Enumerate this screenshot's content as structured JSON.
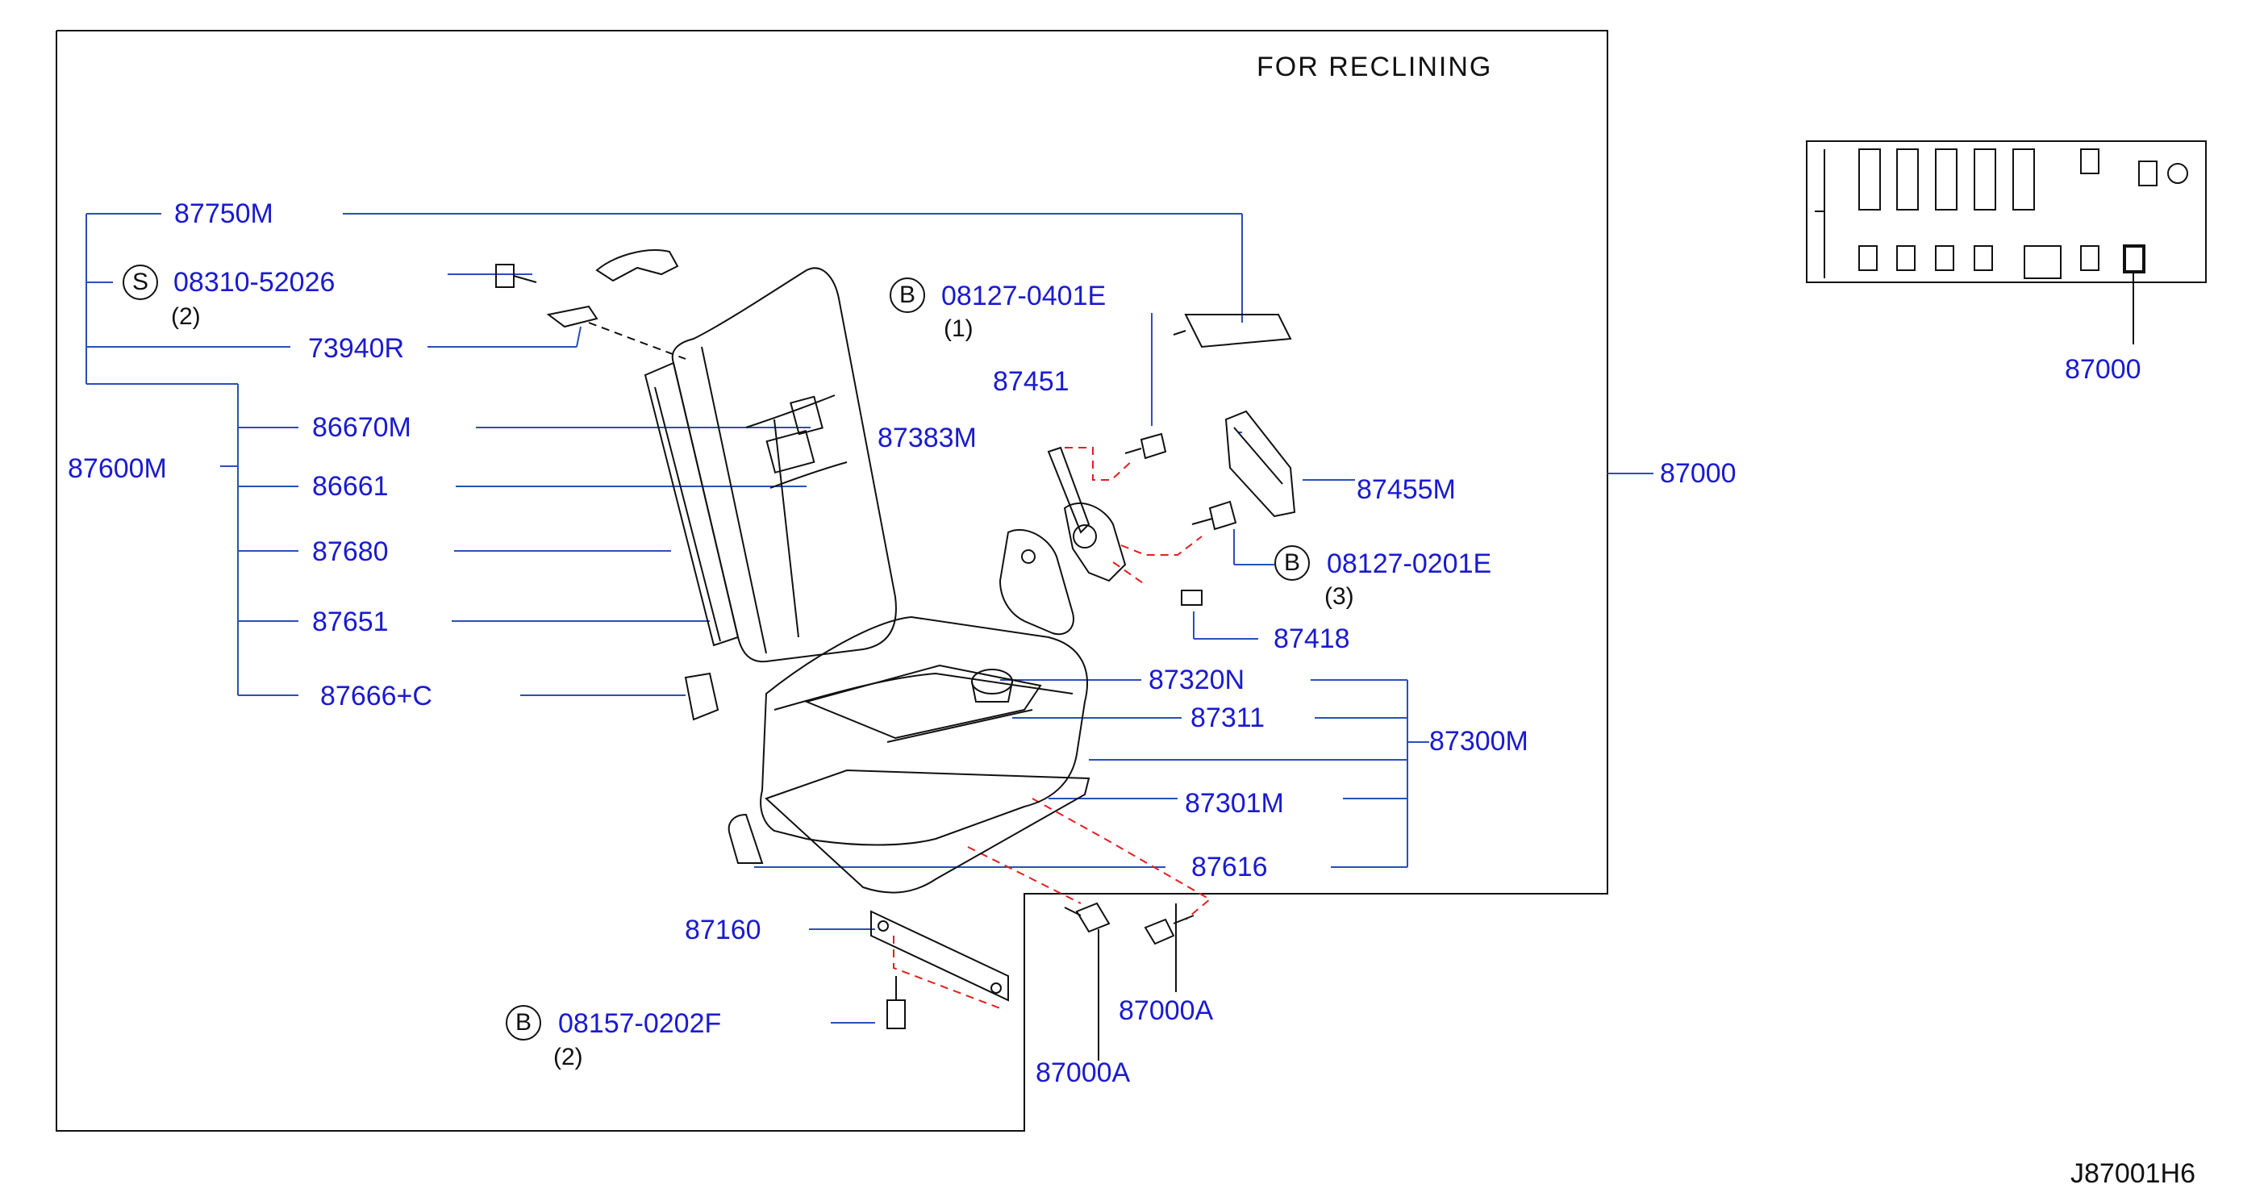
{
  "header": {
    "title": "FOR   RECLINING"
  },
  "drawing_id": "J87001H6",
  "parts": {
    "p87750M": "87750M",
    "p08310": "08310-52026",
    "p08310_qty": "(2)",
    "p73940R": "73940R",
    "p86670M": "86670M",
    "p87600M": "87600M",
    "p86661": "86661",
    "p87680": "87680",
    "p87651": "87651",
    "p87666C": "87666+C",
    "p08127_0401E": "08127-0401E",
    "p08127_0401E_qty": "(1)",
    "p87451": "87451",
    "p87383M": "87383M",
    "p87455M": "87455M",
    "p87000_main": "87000",
    "p08127_0201E": "08127-0201E",
    "p08127_0201E_qty": "(3)",
    "p87418": "87418",
    "p87320N": "87320N",
    "p87311": "87311",
    "p87300M": "87300M",
    "p87301M": "87301M",
    "p87616": "87616",
    "p87160": "87160",
    "p08157": "08157-0202F",
    "p08157_qty": "(2)",
    "p87000A_a": "87000A",
    "p87000A_b": "87000A",
    "p87000_inset": "87000"
  },
  "markers": {
    "s": "S",
    "b1": "B",
    "b2": "B",
    "b3": "B"
  },
  "colors": {
    "label": "#1a1ad0",
    "leader": "#2a4fb8",
    "line": "#111111",
    "dash": "#e02020"
  }
}
